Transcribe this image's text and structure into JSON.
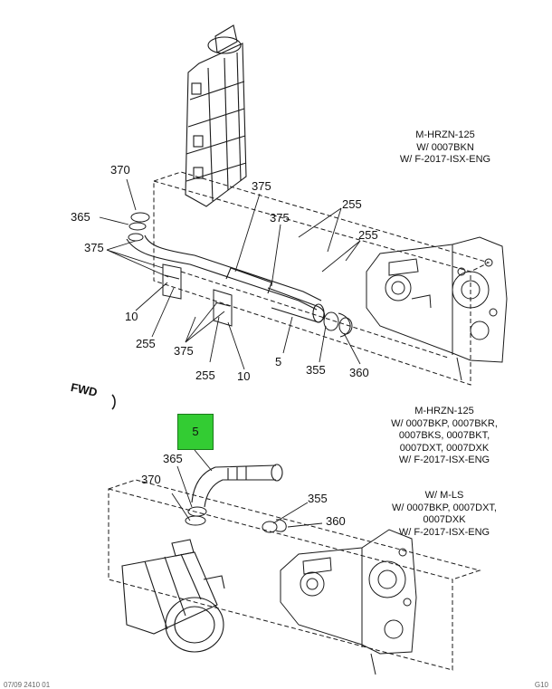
{
  "notes": {
    "top": [
      "M-HRZN-125",
      "W/ 0007BKN",
      "W/ F-2017-ISX-ENG"
    ],
    "middle": [
      "M-HRZN-125",
      "W/ 0007BKP, 0007BKR,",
      "0007BKS, 0007BKT,",
      "0007DXT, 0007DXK",
      "W/ F-2017-ISX-ENG"
    ],
    "bottom": [
      "W/ M-LS",
      "W/ 0007BKP, 0007DXT,",
      "0007DXK",
      "W/ F-2017-ISX-ENG"
    ]
  },
  "fwd_label": "FWD",
  "highlight_label": "5",
  "callouts_top": [
    "370",
    "365",
    "375",
    "375",
    "375",
    "255",
    "255",
    "10",
    "255",
    "375",
    "255",
    "10",
    "5",
    "355",
    "360"
  ],
  "callouts_bottom": [
    "365",
    "370",
    "355",
    "360"
  ],
  "footer": {
    "left": "07/09 2410 01",
    "right": "G10"
  },
  "colors": {
    "highlight": "#33cc33",
    "line": "#1a1a1a"
  }
}
